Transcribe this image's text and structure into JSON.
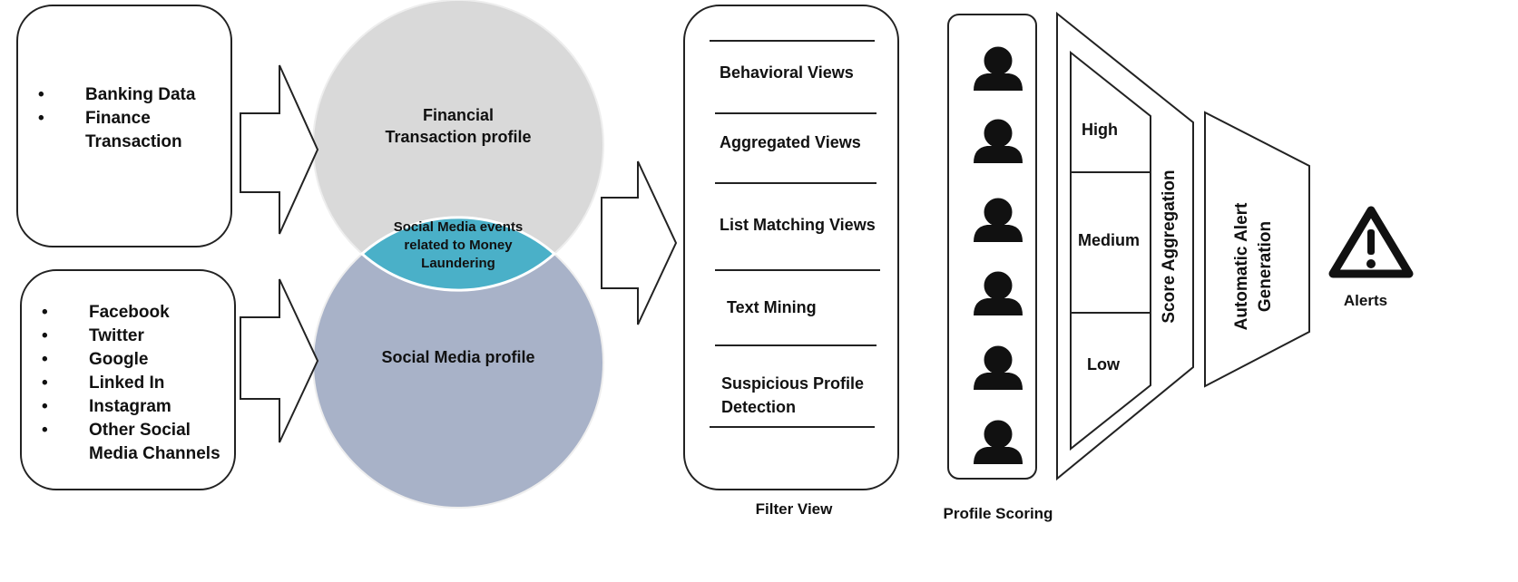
{
  "sources": {
    "financial": [
      "Banking Data",
      "Finance Transaction"
    ],
    "social": [
      "Facebook",
      "Twitter",
      "Google",
      "Linked In",
      "Instagram",
      "Other Social Media Channels"
    ],
    "bullet_char": "•"
  },
  "venn": {
    "top_label": "Financial Transaction profile",
    "overlap_label": "Social Media events related to Money Laundering",
    "bottom_label": "Social Media profile",
    "colors": {
      "top": "#d9d9d9",
      "overlap": "#4ab0c8",
      "bottom": "#a8b2c8"
    }
  },
  "filter_view": {
    "items": [
      "Behavioral Views",
      "Aggregated Views",
      "List Matching Views",
      "Text Mining",
      "Suspicious Profile Detection"
    ],
    "caption": "Filter View"
  },
  "profile_scoring": {
    "caption": "Profile Scoring",
    "icon": "user-icon",
    "count": 6
  },
  "score_aggregation": {
    "levels": [
      "High",
      "Medium",
      "Low"
    ],
    "label": "Score Aggregation"
  },
  "alert_generation": {
    "label": "Automatic Alert Generation"
  },
  "alerts": {
    "caption": "Alerts",
    "icon": "warning-icon"
  }
}
